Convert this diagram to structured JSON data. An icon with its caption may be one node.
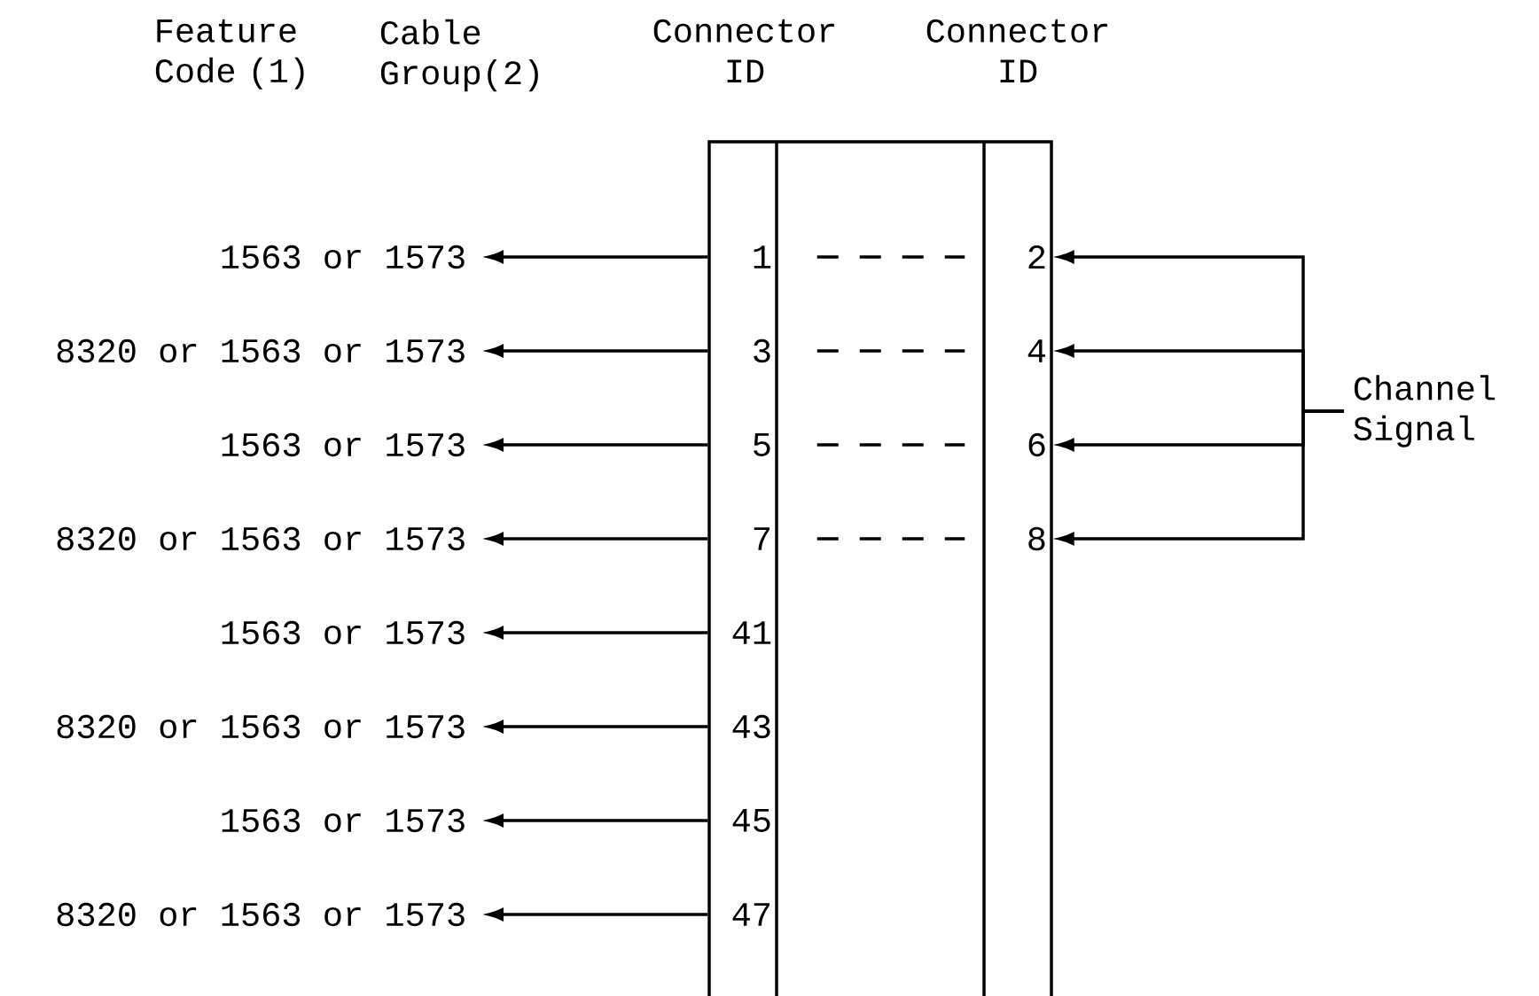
{
  "diagram": {
    "nodes": [
      {
        "text": [
          "1563 or 1573"
        ]
      },
      {
        "text": [
          "1"
        ]
      },
      {
        "text": [
          "2"
        ]
      },
      {
        "text": [
          "8320 or 1563 or 1573"
        ]
      },
      {
        "text": [
          "3"
        ]
      },
      {
        "text": [
          "4"
        ]
      },
      {
        "text": [
          "1563 or 1573"
        ]
      },
      {
        "text": [
          "5"
        ]
      },
      {
        "text": [
          "6"
        ]
      },
      {
        "text": [
          "8320 or 1563 or 1573"
        ]
      },
      {
        "text": [
          "7"
        ]
      },
      {
        "text": [
          "8"
        ]
      },
      {
        "text": [
          "1563 or 1573"
        ]
      },
      {
        "text": [
          "41"
        ]
      },
      {
        "text": [
          "8320 or 1563 or 1573"
        ]
      },
      {
        "text": [
          "43"
        ]
      },
      {
        "text": [
          "1563 or 1573"
        ]
      },
      {
        "text": [
          "45"
        ]
      },
      {
        "text": [
          "8320 or 1563 or 1573"
        ]
      },
      {
        "text": [
          "47"
        ]
      },
      {
        "text": [
          "Channel Signal"
        ]
      }
    ],
    "edges": [
      {
        "from": 1,
        "to": 0,
        "arrow": "to"
      },
      {
        "from": 4,
        "to": 3,
        "arrow": "to"
      },
      {
        "from": 7,
        "to": 6,
        "arrow": "to"
      },
      {
        "from": 10,
        "to": 9,
        "arrow": "to"
      },
      {
        "from": 13,
        "to": 12,
        "arrow": "to"
      },
      {
        "from": 15,
        "to": 14,
        "arrow": "to"
      },
      {
        "from": 17,
        "to": 16,
        "arrow": "to"
      },
      {
        "from": 19,
        "to": 18,
        "arrow": "to"
      },
      {
        "from": 1,
        "to": 2,
        "arrow": "none",
        "style": "dashed"
      },
      {
        "from": 4,
        "to": 5,
        "arrow": "none",
        "style": "dashed"
      },
      {
        "from": 7,
        "to": 8,
        "arrow": "none",
        "style": "dashed"
      },
      {
        "from": 10,
        "to": 11,
        "arrow": "none",
        "style": "dashed"
      },
      {
        "from": 20,
        "to": 2,
        "arrow": "to"
      },
      {
        "from": 20,
        "to": 5,
        "arrow": "to"
      },
      {
        "from": 20,
        "to": 8,
        "arrow": "to"
      },
      {
        "from": 20,
        "to": 11,
        "arrow": "to"
      }
    ],
    "labels": [
      "Feature Code (1)",
      "Cable Group(2)",
      "Connector ID",
      "Connector ID"
    ]
  }
}
